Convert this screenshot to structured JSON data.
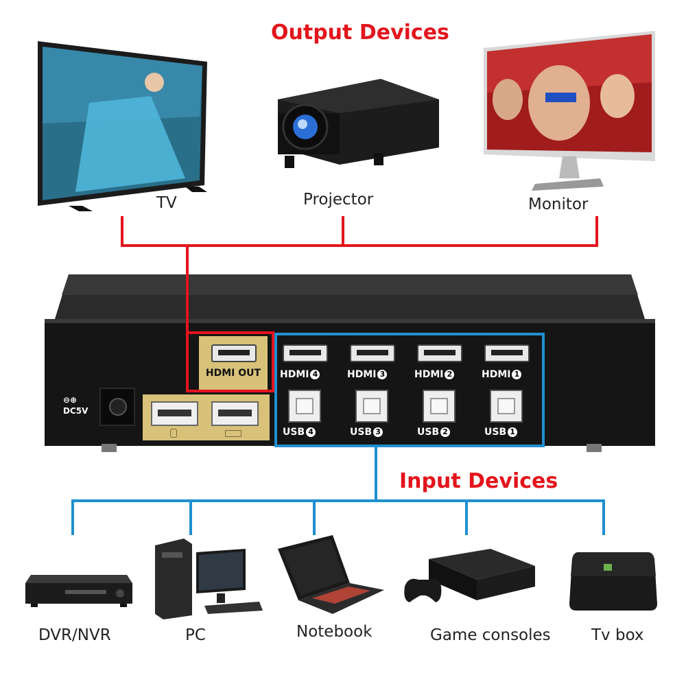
{
  "colors": {
    "output_line": "#e3141c",
    "input_line": "#1f8fd0",
    "box": "#1a1a1a",
    "gold": "#d8c27a"
  },
  "output": {
    "title": "Output Devices",
    "devices": [
      {
        "label": "TV",
        "icon": "tv-icon"
      },
      {
        "label": "Projector",
        "icon": "projector-icon"
      },
      {
        "label": "Monitor",
        "icon": "monitor-icon"
      }
    ]
  },
  "switch": {
    "hdmi_out": "HDMI OUT",
    "power": {
      "symbol": "⊖⊕",
      "voltage": "DC5V"
    },
    "hdmi_ports": [
      {
        "label": "HDMI",
        "num": "4"
      },
      {
        "label": "HDMI",
        "num": "3"
      },
      {
        "label": "HDMI",
        "num": "2"
      },
      {
        "label": "HDMI",
        "num": "1"
      }
    ],
    "usb_ports": [
      {
        "label": "USB",
        "num": "4"
      },
      {
        "label": "USB",
        "num": "3"
      },
      {
        "label": "USB",
        "num": "2"
      },
      {
        "label": "USB",
        "num": "1"
      }
    ]
  },
  "input": {
    "title": "Input Devices",
    "devices": [
      {
        "label": "DVR/NVR",
        "icon": "dvr-icon"
      },
      {
        "label": "PC",
        "icon": "pc-icon"
      },
      {
        "label": "Notebook",
        "icon": "notebook-icon"
      },
      {
        "label": "Game consoles",
        "icon": "game-console-icon"
      },
      {
        "label": "Tv box",
        "icon": "tv-box-icon"
      }
    ]
  }
}
